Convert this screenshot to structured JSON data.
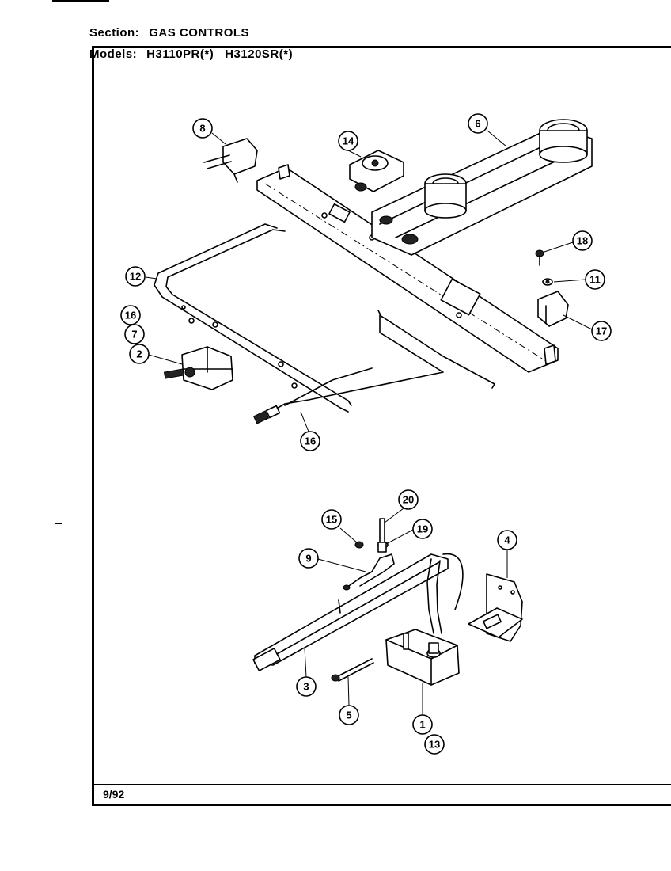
{
  "header": {
    "section_label": "Section:",
    "section_value": "GAS CONTROLS",
    "models_label": "Models:",
    "models": [
      "H3110PR(*)",
      "H3120SR(*)"
    ]
  },
  "footer": {
    "date": "9/92"
  },
  "callouts": {
    "c8": "8",
    "c14": "14",
    "c6": "6",
    "c12": "12",
    "c16a": "16",
    "c7": "7",
    "c2": "2",
    "c16b": "16",
    "c18": "18",
    "c11": "11",
    "c17": "17",
    "c20": "20",
    "c15": "15",
    "c19": "19",
    "c9": "9",
    "c4": "4",
    "c3": "3",
    "c5": "5",
    "c1": "1",
    "c13": "13"
  }
}
